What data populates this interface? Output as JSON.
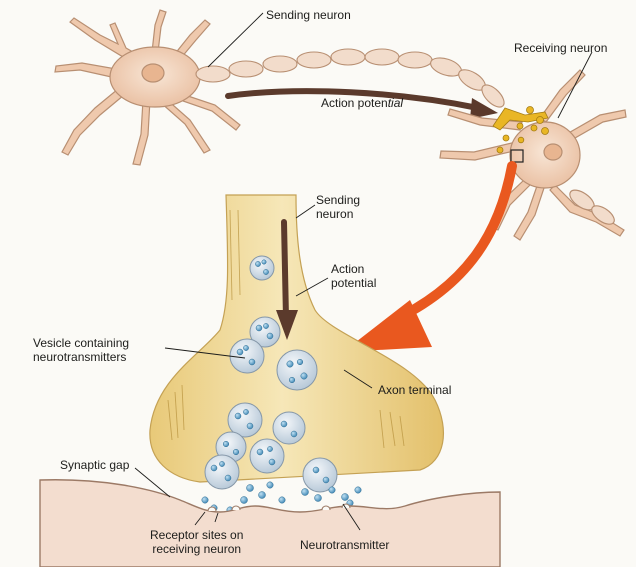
{
  "labels": {
    "sending_neuron_top": "Sending neuron",
    "receiving_neuron": "Receiving neuron",
    "action_potential_top_1": "Action poten",
    "action_potential_top_2": "tial",
    "sending_neuron_lower": [
      "Sending",
      "neuron"
    ],
    "action_potential_lower": [
      "Action",
      "potential"
    ],
    "vesicle": [
      "Vesicle containing",
      "neurotransmitters"
    ],
    "axon_terminal": "Axon terminal",
    "synaptic_gap": "Synaptic gap",
    "receptor_sites": [
      "Receptor sites on",
      "receiving neuron"
    ],
    "neurotransmitter": "Neurotransmitter"
  },
  "colors": {
    "neuron_body": "#f3d9c4",
    "neuron_outline": "#b88f72",
    "axon_terminal_fill": "#ecd490",
    "arrow_dark": "#5b3a2c",
    "arrow_orange": "#e9581f",
    "vesicle": "#cfdbe6",
    "neurotransmitter": "#6fa7c9",
    "synapse_highlight": "#e9b625"
  }
}
